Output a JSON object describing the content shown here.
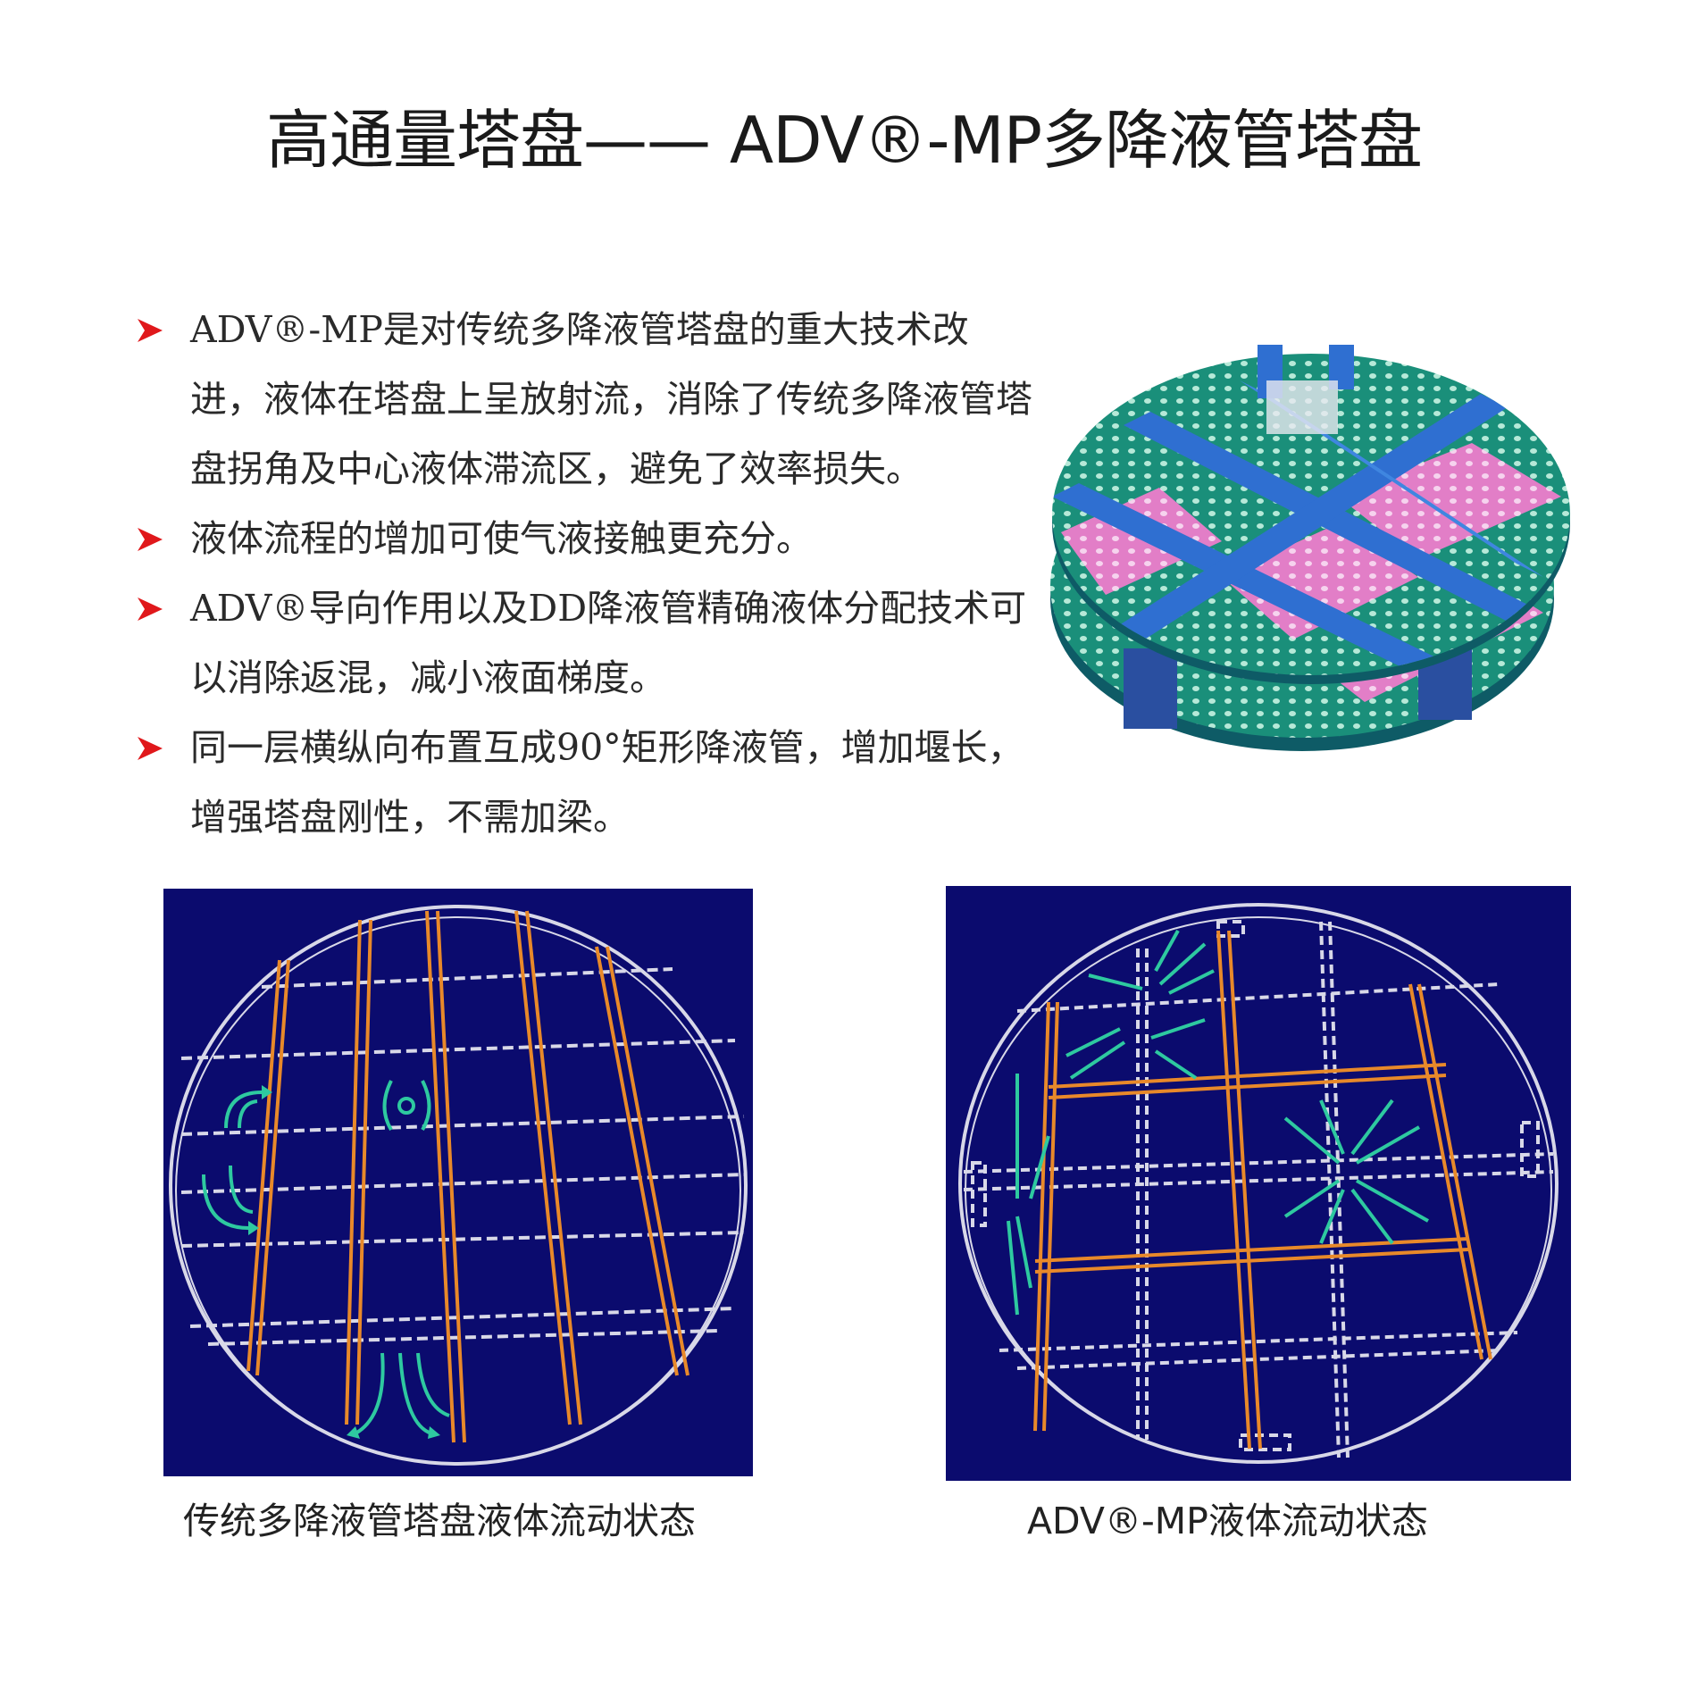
{
  "title": "高通量塔盘—— ADV®-MP多降液管塔盘",
  "bullets": [
    {
      "text": "ADV®-MP是对传统多降液管塔盘的重大技术改进，液体在塔盘上呈放射流，消除了传统多降液管塔盘拐角及中心液体滞流区，避免了效率损失。"
    },
    {
      "text": "液体流程的增加可使气液接触更充分。"
    },
    {
      "text": "ADV®导向作用以及DD降液管精确液体分配技术可以消除返混，减小液面梯度。"
    },
    {
      "text": "同一层横纵向布置互成90°矩形降液管，增加堰长，增强塔盘刚性，不需加梁。"
    }
  ],
  "captions": {
    "left": "传统多降液管塔盘液体流动状态",
    "right_prefix": "ADV®-MP",
    "right_suffix": "液体流动状态"
  },
  "colors": {
    "bullet_arrow": "#e0181b",
    "figure_background": "#0b0b6e",
    "downcomer_lines": "#e8892a",
    "flow_arrows": "#2ec9a0",
    "grid_lines": "#d8d8e8",
    "tray_deck_green": "#1a8f7a",
    "tray_deck_pink": "#e27ec7",
    "tray_downcomer_blue": "#2f6fd1"
  },
  "icons": {
    "bullet": "red-arrowhead-icon",
    "flow": "flow-arrow-icon"
  }
}
